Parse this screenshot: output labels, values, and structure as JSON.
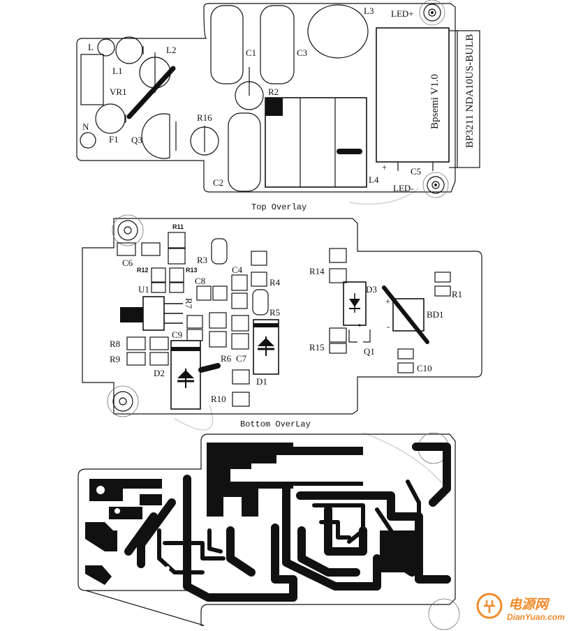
{
  "top": {
    "caption": "Top Overlay",
    "labels": {
      "L": "L",
      "N": "N",
      "L1": "L1",
      "L2": "L2",
      "VR1": "VR1",
      "F1": "F1",
      "Q3": "Q3",
      "R16": "R16",
      "C1": "C1",
      "C2": "C2",
      "C3": "C3",
      "R2": "R2",
      "L3": "L3",
      "L4": "L4",
      "C5": "C5",
      "LED_plus": "LED+",
      "LED_minus": "LED-",
      "plus": "+"
    },
    "module_brand": "Bpsemi  V1.0",
    "module_part": "BP3211  NDA10US-BULB"
  },
  "bottom": {
    "caption": "Bottom OverLay",
    "labels": {
      "R11": "R11",
      "C6": "C6",
      "R12": "R12",
      "R13": "R13",
      "U1": "U1",
      "R3": "R3",
      "C4": "C4",
      "C8": "C8",
      "R4": "R4",
      "R7": "R7",
      "R5": "R5",
      "C9": "C9",
      "R8": "R8",
      "R9": "R9",
      "D2": "D2",
      "R6": "R6",
      "C7": "C7",
      "D1": "D1",
      "R10": "R10",
      "R14": "R14",
      "D3": "D3",
      "R15": "R15",
      "Q1": "Q1",
      "R1": "R1",
      "BD1": "BD1",
      "C10": "C10",
      "plus": "+",
      "minus": "-"
    }
  },
  "watermark": {
    "cn": "电源网",
    "url": "DianYuan.com"
  }
}
